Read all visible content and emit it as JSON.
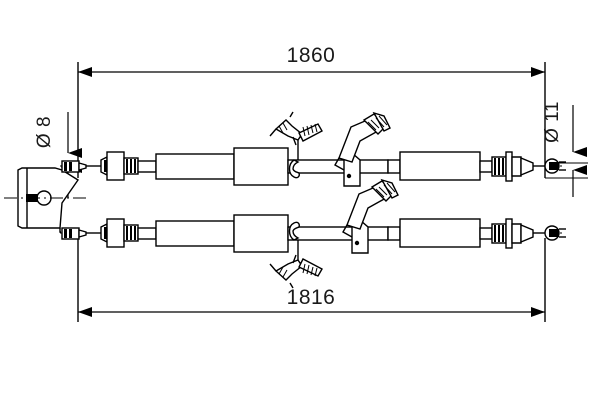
{
  "drawing": {
    "title": "Brake cable technical drawing",
    "background_color": "#ffffff",
    "line_color": "#000000",
    "dimensions": {
      "top": {
        "value": "1860",
        "label_name": "overall-length-top",
        "unit_implied": "mm"
      },
      "bottom": {
        "value": "1816",
        "label_name": "overall-length-bottom",
        "unit_implied": "mm"
      },
      "left_diameter": {
        "value": "Ø 8",
        "symbol": "Ø",
        "number": "8",
        "label_name": "diameter-left"
      },
      "right_diameter": {
        "value": "Ø 11",
        "symbol": "Ø",
        "number": "11",
        "label_name": "diameter-right"
      }
    },
    "assemblies": [
      {
        "name": "upper-cable-assembly",
        "parts": [
          "end-nipple",
          "collar-block",
          "ribbed-ferrule",
          "outer-tube-left",
          "mid-block",
          "cable-run",
          "retainer-clip",
          "mounting-bracket",
          "outer-tube-right",
          "ribbed-collar",
          "conical-fitting",
          "ball-end-terminal"
        ]
      },
      {
        "name": "lower-cable-assembly",
        "parts": [
          "end-nipple",
          "collar-block",
          "ribbed-ferrule",
          "outer-tube-left",
          "mid-block",
          "cable-run",
          "retainer-clip",
          "mounting-bracket",
          "outer-tube-right",
          "ribbed-collar",
          "conical-fitting",
          "ball-end-terminal"
        ]
      }
    ],
    "equalizer_plate": {
      "name": "equalizer-bracket-plate",
      "feature": "center-hole"
    }
  }
}
